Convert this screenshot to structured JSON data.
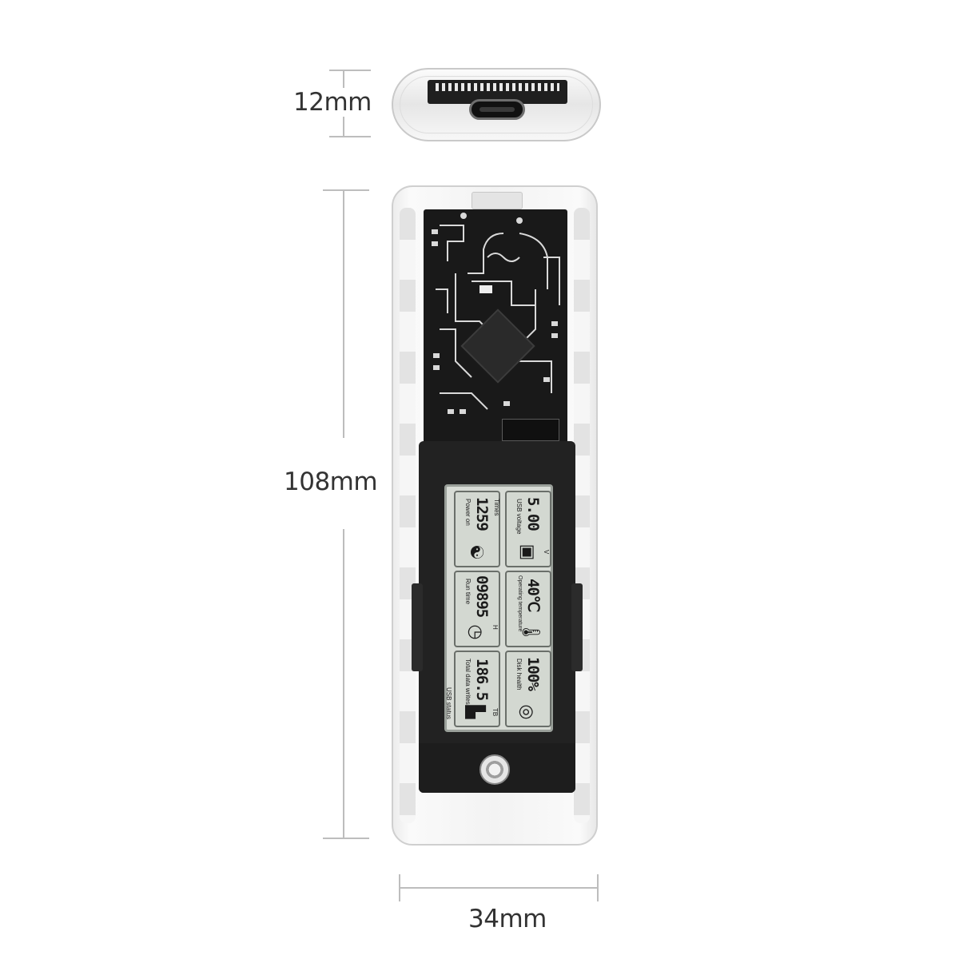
{
  "dimensions": {
    "height_end": "12mm",
    "length": "108mm",
    "width": "34mm"
  },
  "lcd": {
    "cells": [
      {
        "id": "power-on",
        "value": "1259",
        "unit": "Times",
        "label": "Power on",
        "icon": "power-on-icon"
      },
      {
        "id": "usb-voltage",
        "value": "5.00",
        "unit": "V",
        "label": "USB voltage",
        "icon": "usb-voltage-icon"
      },
      {
        "id": "run-time",
        "value": "09895",
        "unit": "H",
        "label": "Run time",
        "icon": "clock-icon"
      },
      {
        "id": "temperature",
        "value": "40℃",
        "unit": "",
        "label": "Operating temperature",
        "icon": "thermometer-icon"
      },
      {
        "id": "data-writes",
        "value": "186.5",
        "unit": "TB",
        "label": "Total data writes",
        "icon": "data-writes-icon"
      },
      {
        "id": "disk-health",
        "value": "100%",
        "unit": "",
        "label": "Disk health",
        "icon": "disk-health-icon"
      }
    ],
    "usb_status": "USB status"
  },
  "colors": {
    "tray": "#222222",
    "lcd_background": "#d8dcd6"
  }
}
